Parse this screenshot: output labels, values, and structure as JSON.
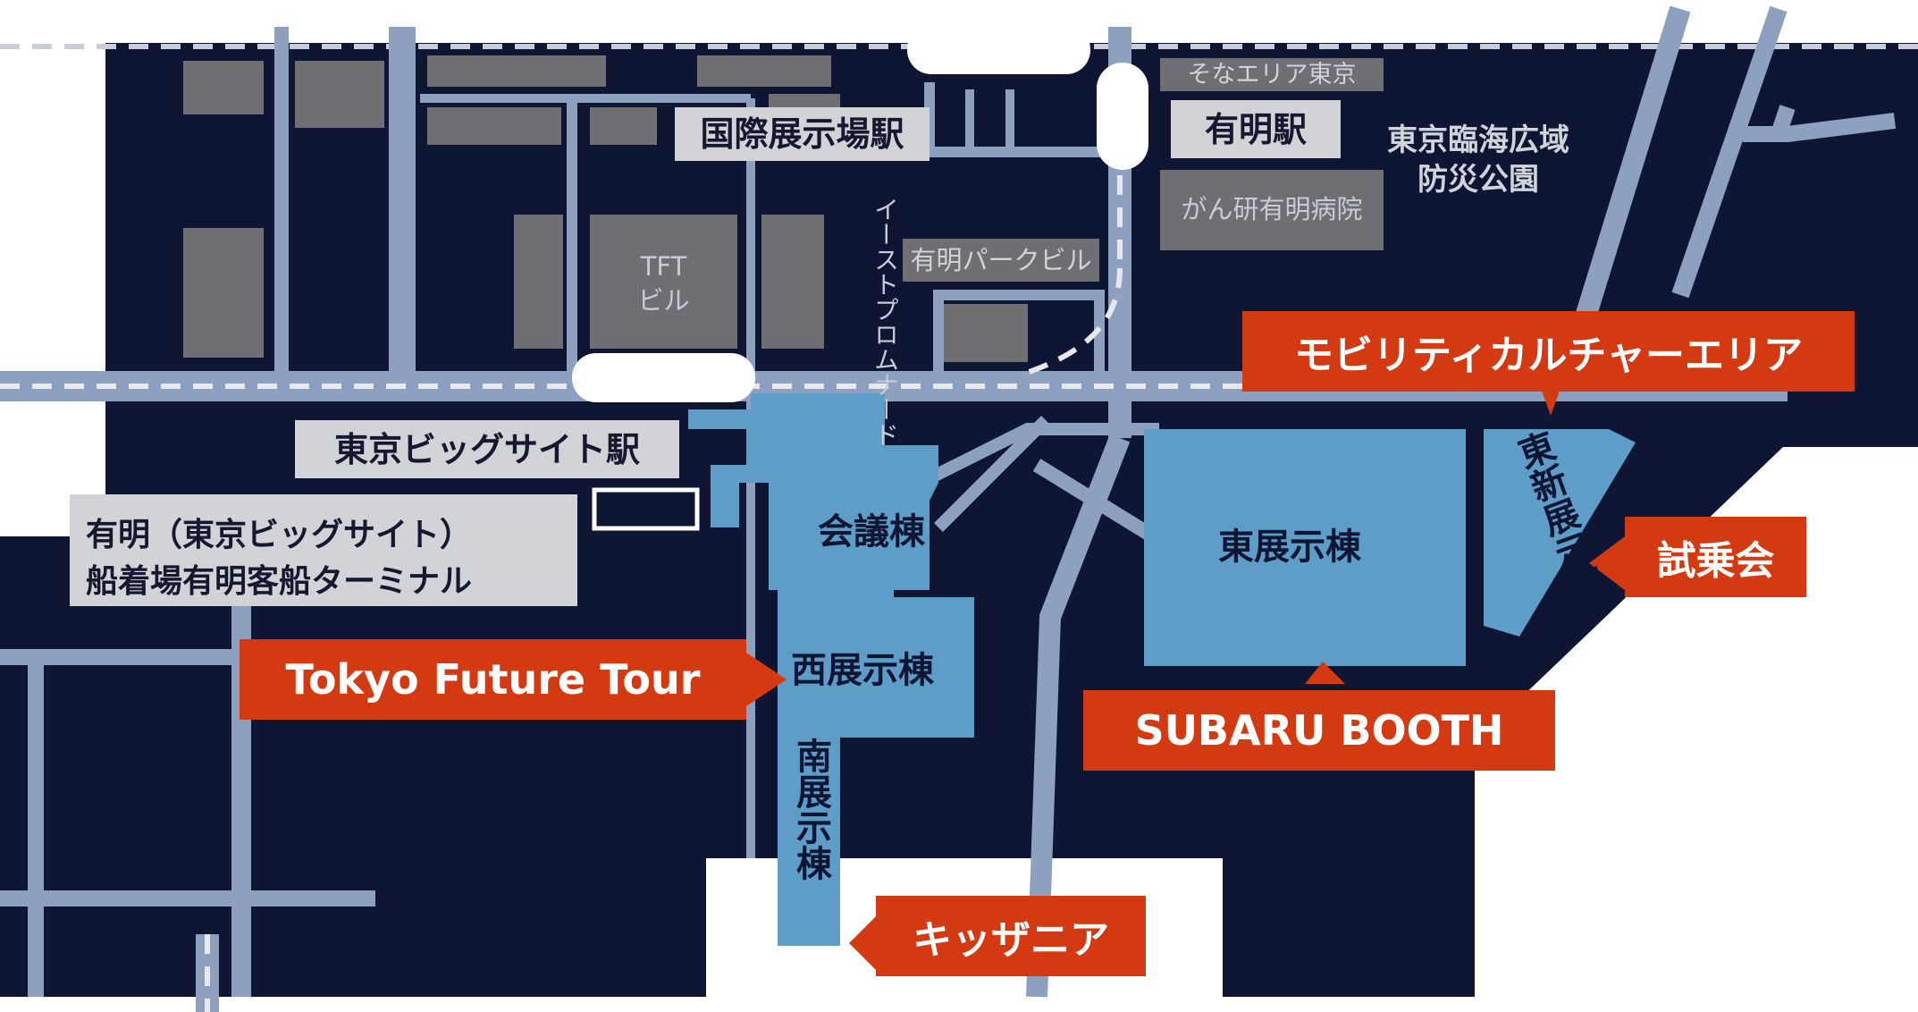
{
  "map": {
    "stations": {
      "kokusai_tenjijo": "国際展示場駅",
      "ariake": "有明駅",
      "tokyo_big_sight": "東京ビッグサイト駅"
    },
    "pier": {
      "line1": "有明（東京ビッグサイト）",
      "line2": "船着場有明客船ターミナル"
    },
    "landmarks": {
      "sona_area": "そなエリア東京",
      "rinkai_park_line1": "東京臨海広域",
      "rinkai_park_line2": "防災公園",
      "ganken_hospital": "がん研有明病院",
      "ariake_park_building": "有明パークビル",
      "east_promenade": "イーストプロムナード",
      "tft_line1": "TFT",
      "tft_line2": "ビル"
    },
    "halls": {
      "conference": "会議棟",
      "west": "西展示棟",
      "south": "南展示棟",
      "east": "東展示棟",
      "east_new": "東新展示棟"
    },
    "callouts": {
      "mobility_culture": "モビリティカルチャーエリア",
      "test_drive": "試乗会",
      "tokyo_future_tour": "Tokyo Future Tour",
      "subaru_booth": "SUBARU BOOTH",
      "kidzania": "キッザニア"
    },
    "colors": {
      "background": "#0e1634",
      "road": "#8da0bf",
      "building": "#6e6e73",
      "hall_fill": "#5e9dc8",
      "callout": "#d43a12",
      "label_box": "#d2d3d6"
    }
  }
}
